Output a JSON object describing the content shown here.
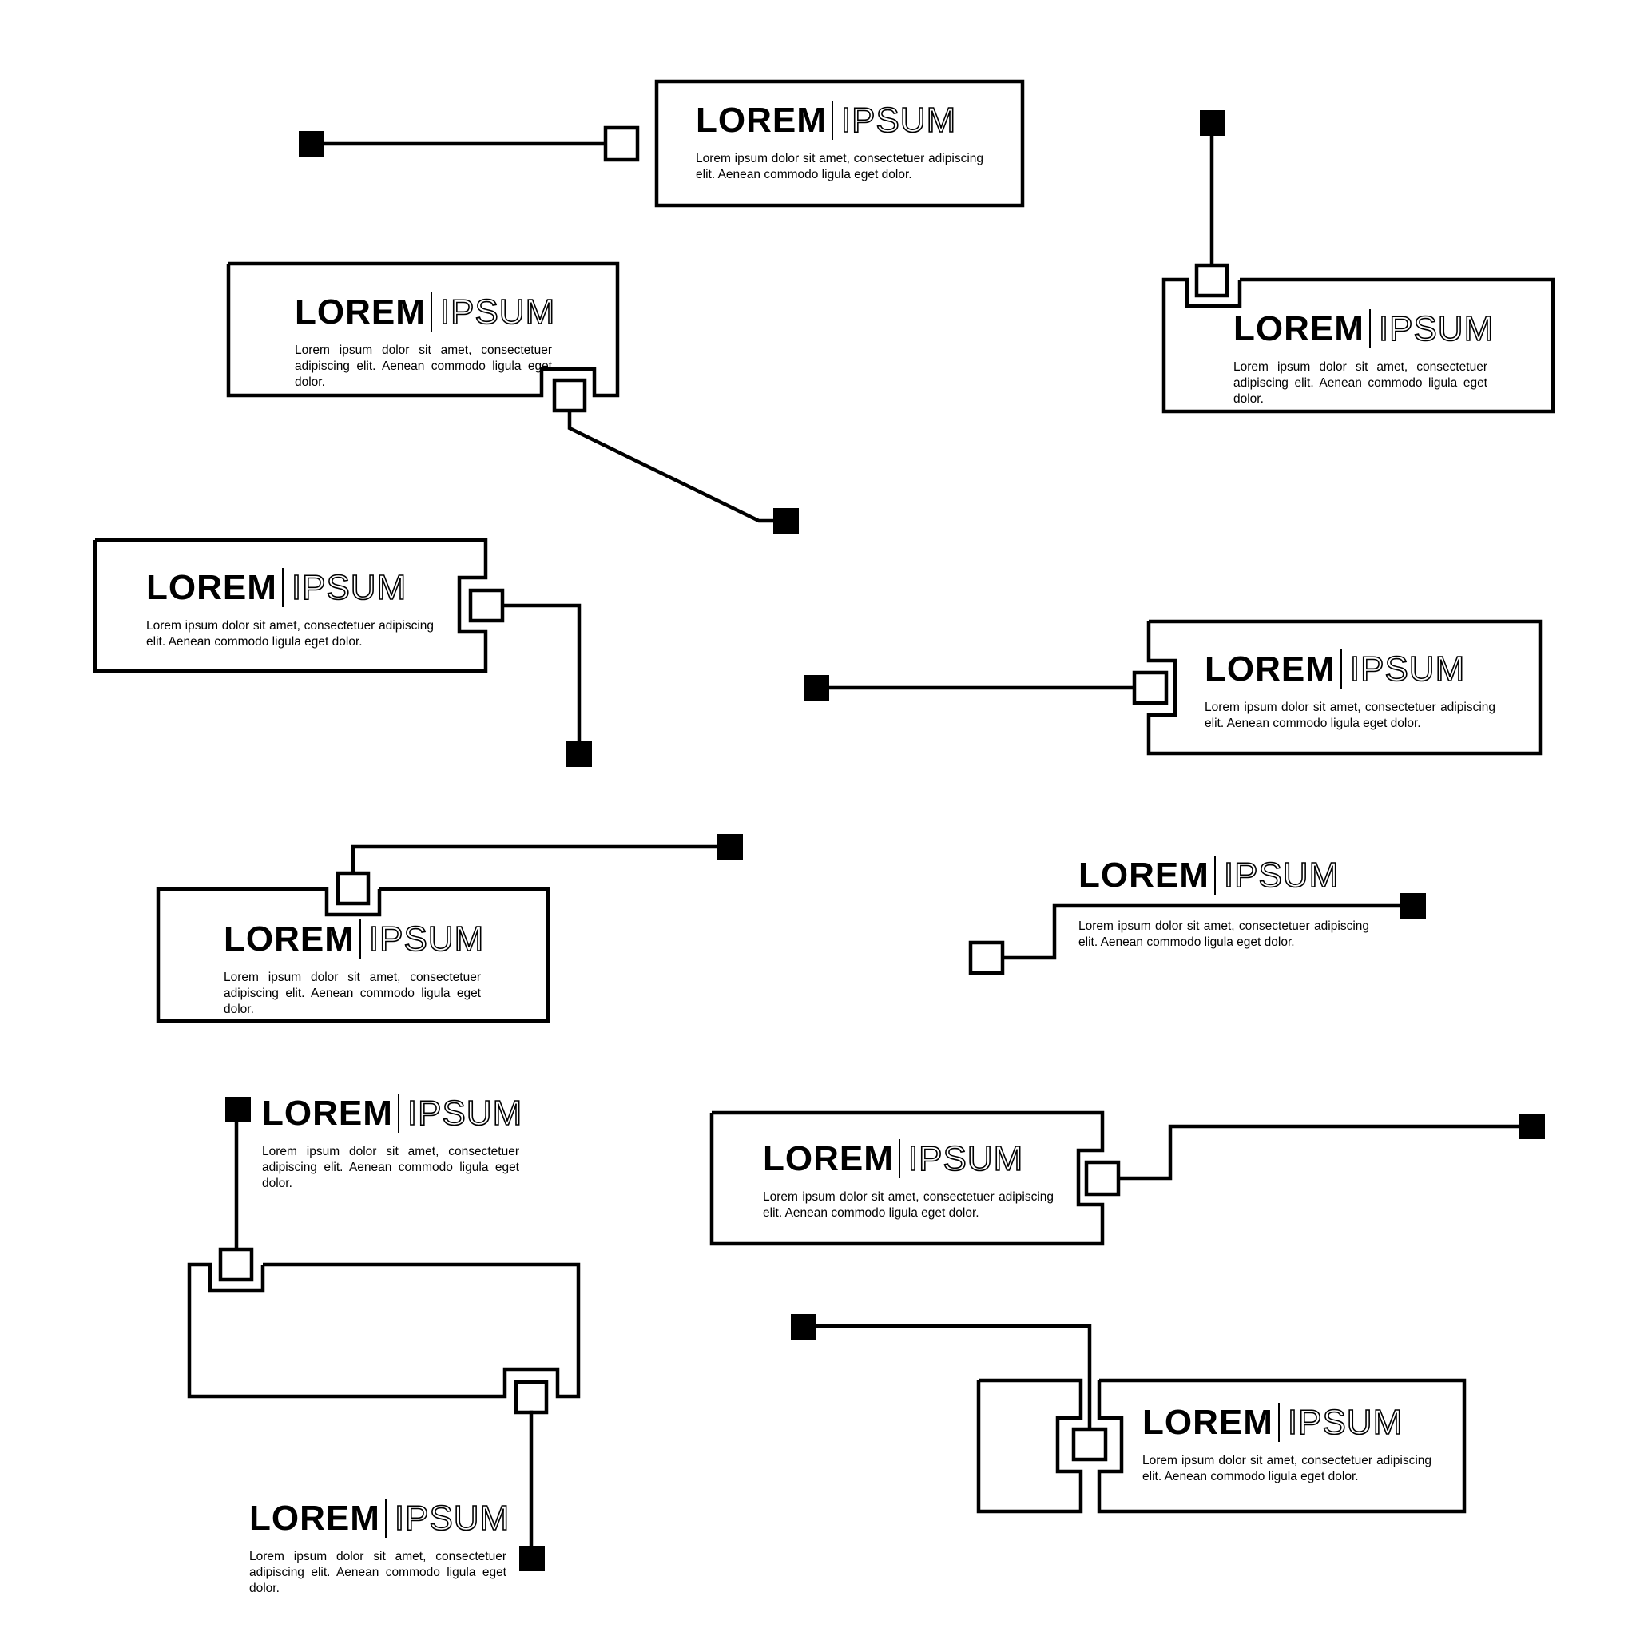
{
  "callouts": [
    {
      "title_bold": "LOREM",
      "title_light": "IPSUM",
      "body": "Lorem ipsum dolor sit amet, consectetuer adipiscing elit. Aenean commodo ligula eget dolor."
    },
    {
      "title_bold": "LOREM",
      "title_light": "IPSUM",
      "body": "Lorem ipsum dolor sit amet, consectetuer adipiscing elit. Aenean commodo ligula eget dolor."
    },
    {
      "title_bold": "LOREM",
      "title_light": "IPSUM",
      "body": "Lorem ipsum dolor sit amet, consectetuer adipiscing elit. Aenean commodo ligula eget dolor."
    },
    {
      "title_bold": "LOREM",
      "title_light": "IPSUM",
      "body": "Lorem ipsum dolor sit amet, consectetuer adipiscing elit. Aenean commodo ligula eget dolor."
    },
    {
      "title_bold": "LOREM",
      "title_light": "IPSUM",
      "body": "Lorem ipsum dolor sit amet, consectetuer adipiscing elit. Aenean commodo ligula eget dolor."
    },
    {
      "title_bold": "LOREM",
      "title_light": "IPSUM",
      "body": "Lorem ipsum dolor sit amet, consectetuer adipiscing elit. Aenean commodo ligula eget dolor."
    },
    {
      "title_bold": "LOREM",
      "title_light": "IPSUM",
      "body": "Lorem ipsum dolor sit amet, consectetuer adipiscing elit. Aenean commodo ligula eget dolor."
    },
    {
      "title_bold": "LOREM",
      "title_light": "IPSUM",
      "body": "Lorem ipsum dolor sit amet, consectetuer adipiscing elit. Aenean commodo ligula eget dolor."
    },
    {
      "title_bold": "LOREM",
      "title_light": "IPSUM",
      "body": "Lorem ipsum dolor sit amet, consectetuer adipiscing elit. Aenean commodo ligula eget dolor."
    },
    {
      "title_bold": "LOREM",
      "title_light": "IPSUM",
      "body": "Lorem ipsum dolor sit amet, consectetuer adipiscing elit. Aenean commodo ligula eget dolor."
    },
    {
      "title_bold": "LOREM",
      "title_light": "IPSUM",
      "body": "Lorem ipsum dolor sit amet, consectetuer adipiscing elit. Aenean commodo ligula eget dolor."
    }
  ],
  "colors": {
    "line": "#000000",
    "background": "#ffffff"
  }
}
